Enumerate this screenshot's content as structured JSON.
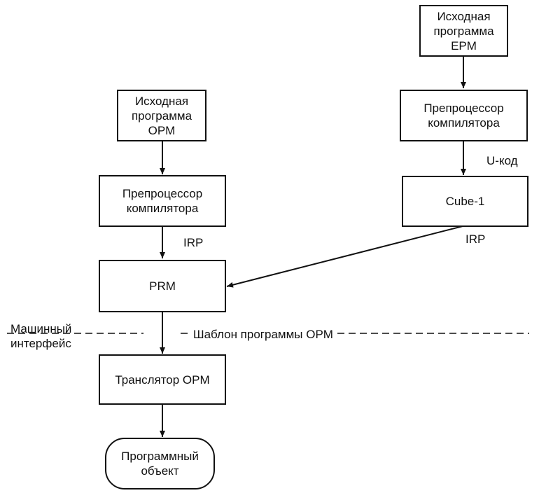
{
  "nodes": {
    "src_epm": "Исходная\nпрограмма\nEPM",
    "preproc_right": "Препроцессор\nкомпилятора",
    "cube1": "Cube-1",
    "src_opm": "Исходная\nпрограмма\nOPM",
    "preproc_left": "Препроцессор\nкомпилятора",
    "prm": "PRM",
    "translator": "Транслятор OPM",
    "program_object": "Программный\nобъект"
  },
  "edge_labels": {
    "u_code": "U-код",
    "irp_left": "IRP",
    "irp_right": "IRP"
  },
  "annotations": {
    "machine_interface": "Машинный\nинтерфейс",
    "opm_template": "Шаблон программы OPM"
  }
}
